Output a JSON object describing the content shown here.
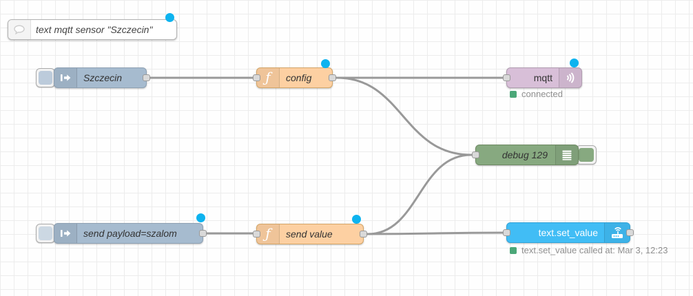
{
  "flow": {
    "comment": {
      "label": "text mqtt sensor \"Szczecin\""
    },
    "inject_szczecin": {
      "label": "Szczecin"
    },
    "func_config": {
      "label": "config"
    },
    "mqtt_out": {
      "label": "mqtt",
      "status": "connected"
    },
    "debug": {
      "label": "debug 129"
    },
    "inject_send": {
      "label": "send payload=szalom"
    },
    "func_send_value": {
      "label": "send value"
    },
    "ha_service": {
      "label": "text.set_value",
      "status": "text.set_value called at: Mar 3, 12:23"
    }
  },
  "icons": {
    "function_glyph": "ƒ"
  },
  "colors": {
    "inject": "#a6bbcf",
    "function": "#fdd0a2",
    "mqtt": "#d8bfd8",
    "debug": "#87a980",
    "ha_node": "#41bdf5",
    "wire": "#999999",
    "changed_dot": "#0db3ef",
    "status_ok_green": "#4ba778",
    "status_text": "#8f8f8f"
  }
}
